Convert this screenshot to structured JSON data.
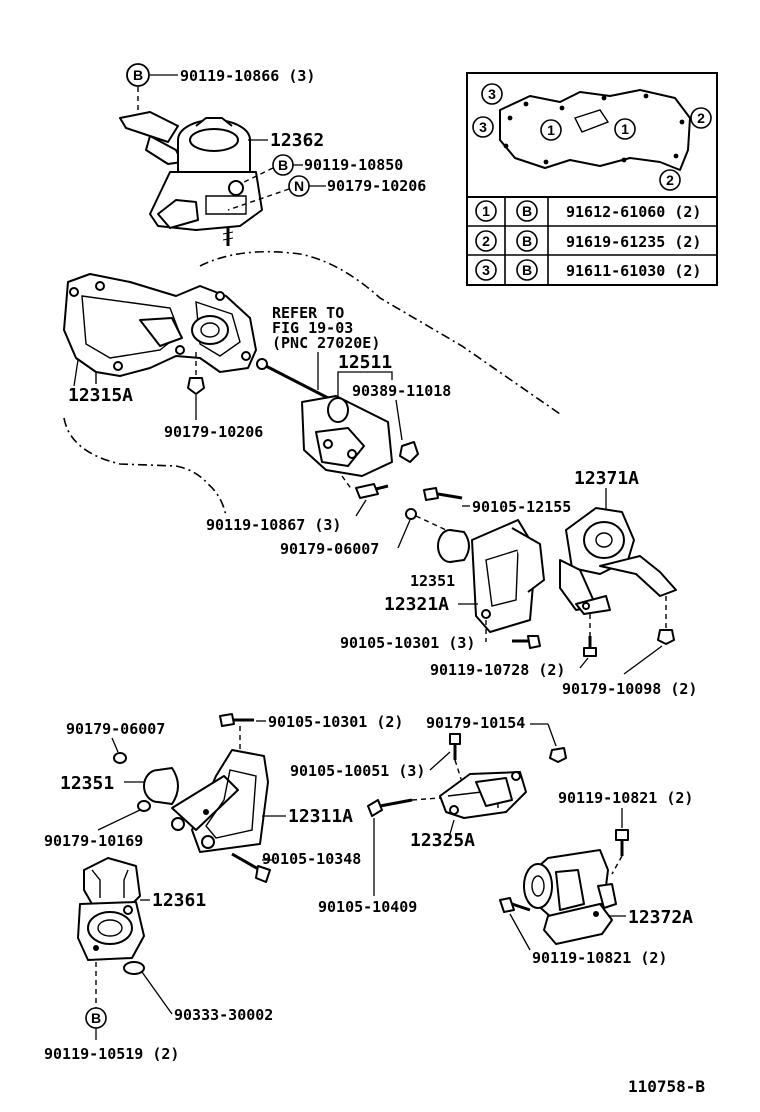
{
  "callouts": {
    "c_90119_10866": "90119-10866 (3)",
    "c_12362": "12362",
    "c_90119_10850": "90119-10850",
    "c_90179_10206_top": "90179-10206",
    "c_refer_1": "REFER TO",
    "c_refer_2": "FIG 19-03",
    "c_refer_3": "(PNC 27020E)",
    "c_12511": "12511",
    "c_90389_11018": "90389-11018",
    "c_12315A": "12315A",
    "c_90179_10206_mid": "90179-10206",
    "c_90119_10867": "90119-10867 (3)",
    "c_90179_06007_mid": "90179-06007",
    "c_90105_12155": "90105-12155",
    "c_12371A": "12371A",
    "c_12351_mid": "12351",
    "c_12321A": "12321A",
    "c_90105_10301_mid": "90105-10301 (3)",
    "c_90119_10728": "90119-10728 (2)",
    "c_90179_10098": "90179-10098 (2)",
    "c_90179_06007_low": "90179-06007",
    "c_90105_10301_low": "90105-10301 (2)",
    "c_90179_10154": "90179-10154",
    "c_90105_10051": "90105-10051 (3)",
    "c_12351_low": "12351",
    "c_12311A": "12311A",
    "c_12325A": "12325A",
    "c_90119_10821_top": "90119-10821 (2)",
    "c_90179_10169": "90179-10169",
    "c_90105_10348": "90105-10348",
    "c_12361": "12361",
    "c_90105_10409": "90105-10409",
    "c_12372A": "12372A",
    "c_90119_10821_low": "90119-10821 (2)",
    "c_90333_30002": "90333-30002",
    "c_90119_10519": "90119-10519 (2)"
  },
  "markers": {
    "B": "B",
    "N": "N",
    "one": "1",
    "two": "2",
    "three": "3"
  },
  "inset_table": {
    "rows": [
      {
        "num": "1",
        "type": "B",
        "part": "91612-61060 (2)"
      },
      {
        "num": "2",
        "type": "B",
        "part": "91619-61235 (2)"
      },
      {
        "num": "3",
        "type": "B",
        "part": "91611-61030 (2)"
      }
    ]
  },
  "figure_code": "110758-B"
}
